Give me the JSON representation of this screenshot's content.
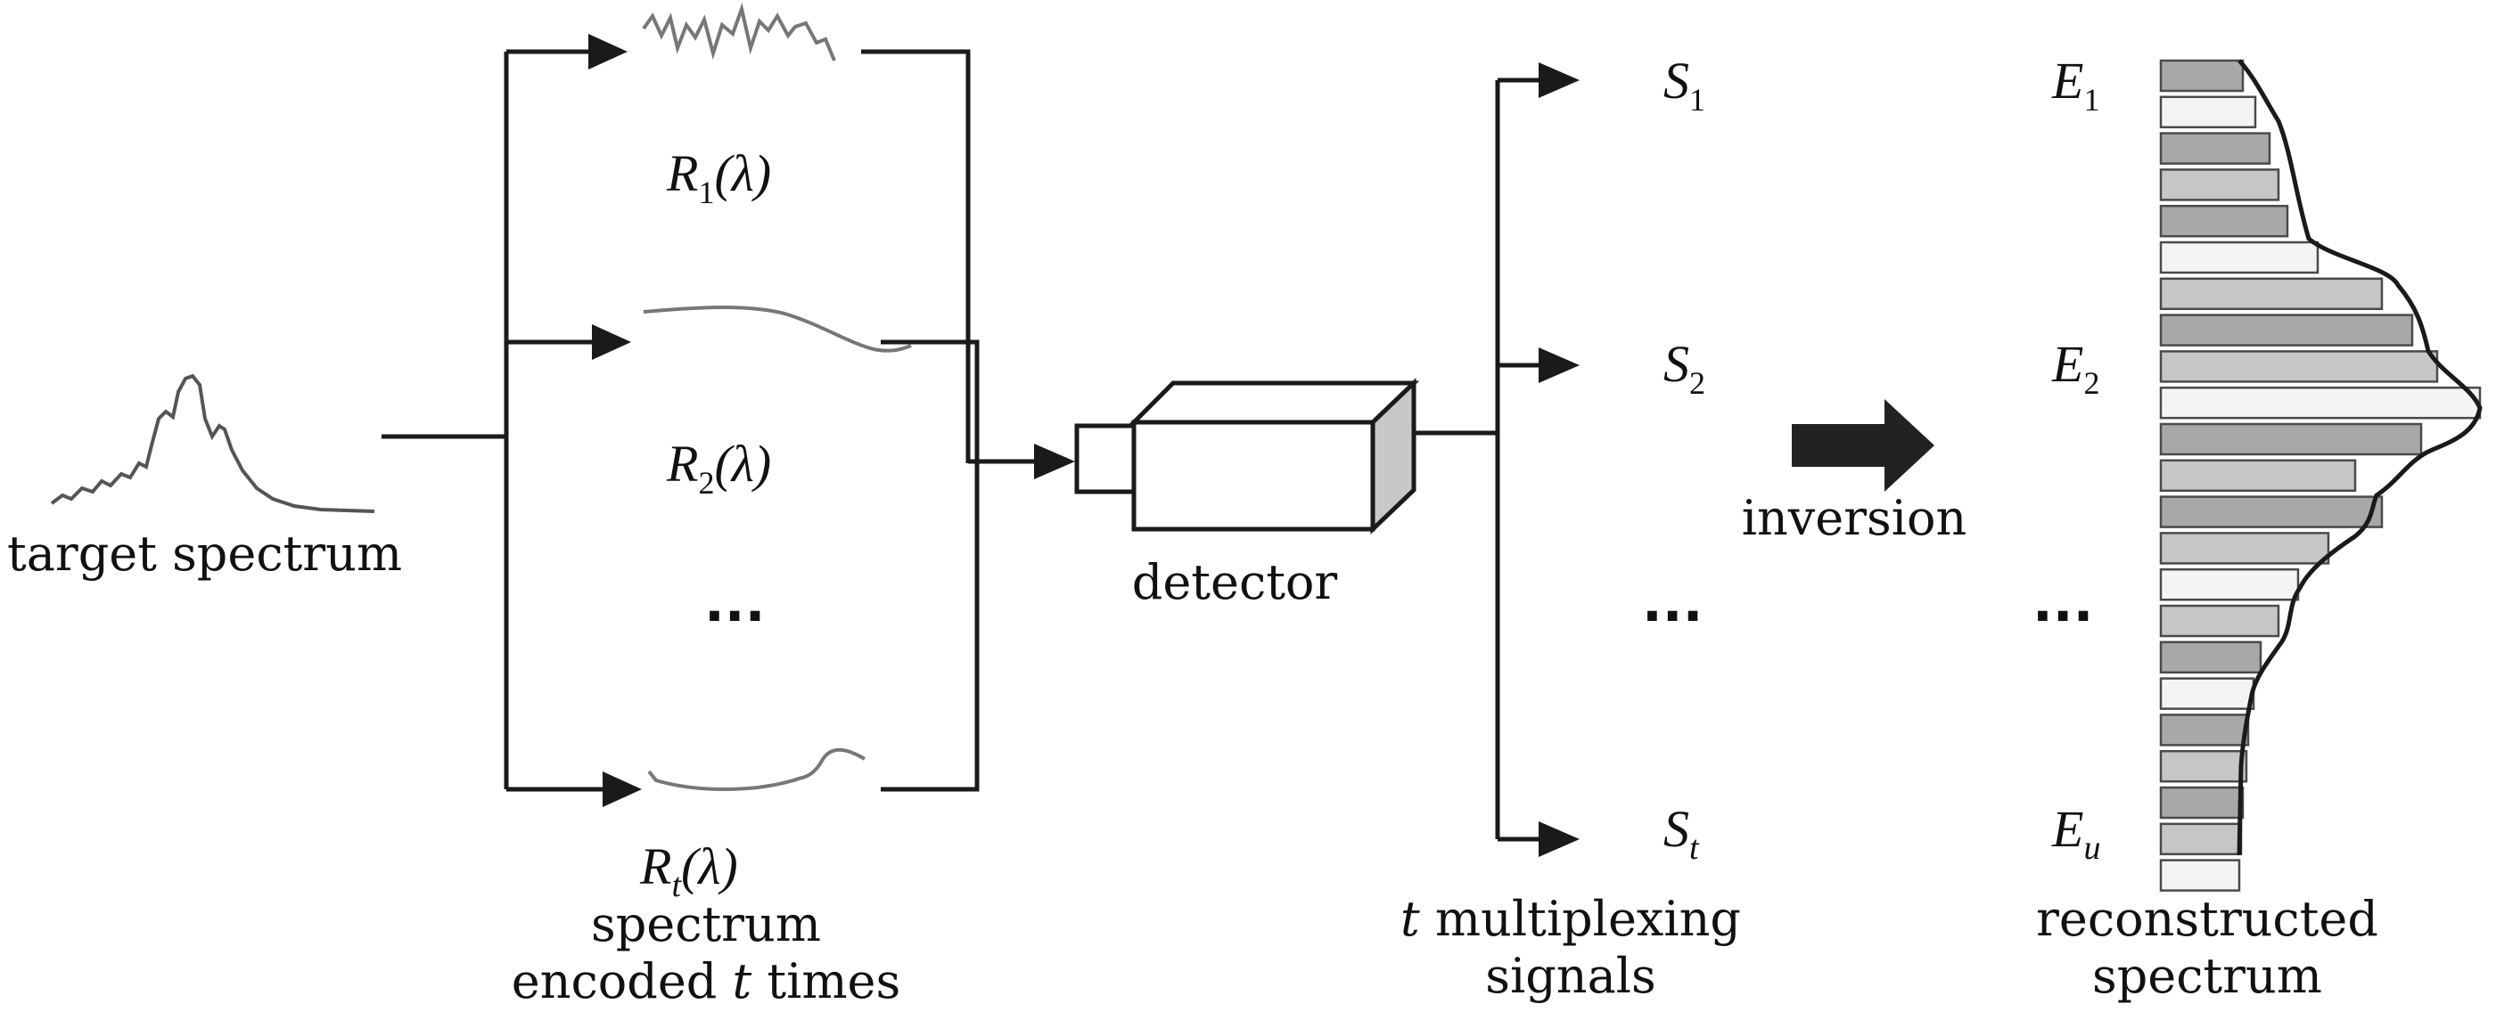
{
  "labels": {
    "target_spectrum": "target spectrum",
    "detector": "detector",
    "inversion": "inversion",
    "spectrum_encoded_line1": "spectrum",
    "spectrum_encoded_line2_pre": "encoded ",
    "spectrum_encoded_line2_t": "t",
    "spectrum_encoded_line2_post": " times",
    "multiplexing_t": "t",
    "multiplexing_line1_post": " multiplexing",
    "multiplexing_line2": "signals",
    "reconstructed_line1": "reconstructed",
    "reconstructed_line2": "spectrum"
  },
  "encoders": [
    {
      "sym": "R",
      "sub": "1",
      "arg": "(λ)"
    },
    {
      "sym": "R",
      "sub": "2",
      "arg": "(λ)"
    },
    {
      "sym": "R",
      "sub": "t",
      "arg": "(λ)"
    }
  ],
  "signals": [
    {
      "sym": "S",
      "sub": "1"
    },
    {
      "sym": "S",
      "sub": "2"
    },
    {
      "sym": "S",
      "sub": "t"
    }
  ],
  "reconstructed": [
    {
      "sym": "E",
      "sub": "1"
    },
    {
      "sym": "E",
      "sub": "2"
    },
    {
      "sym": "E",
      "sub": "u"
    }
  ],
  "ellipsis": "···",
  "colors": {
    "line": "#1a1a1a",
    "curve": "#777777",
    "bar_dark": "#a8a8a8",
    "bar_mid": "#c6c6c6",
    "bar_light": "#f4f4f4"
  }
}
